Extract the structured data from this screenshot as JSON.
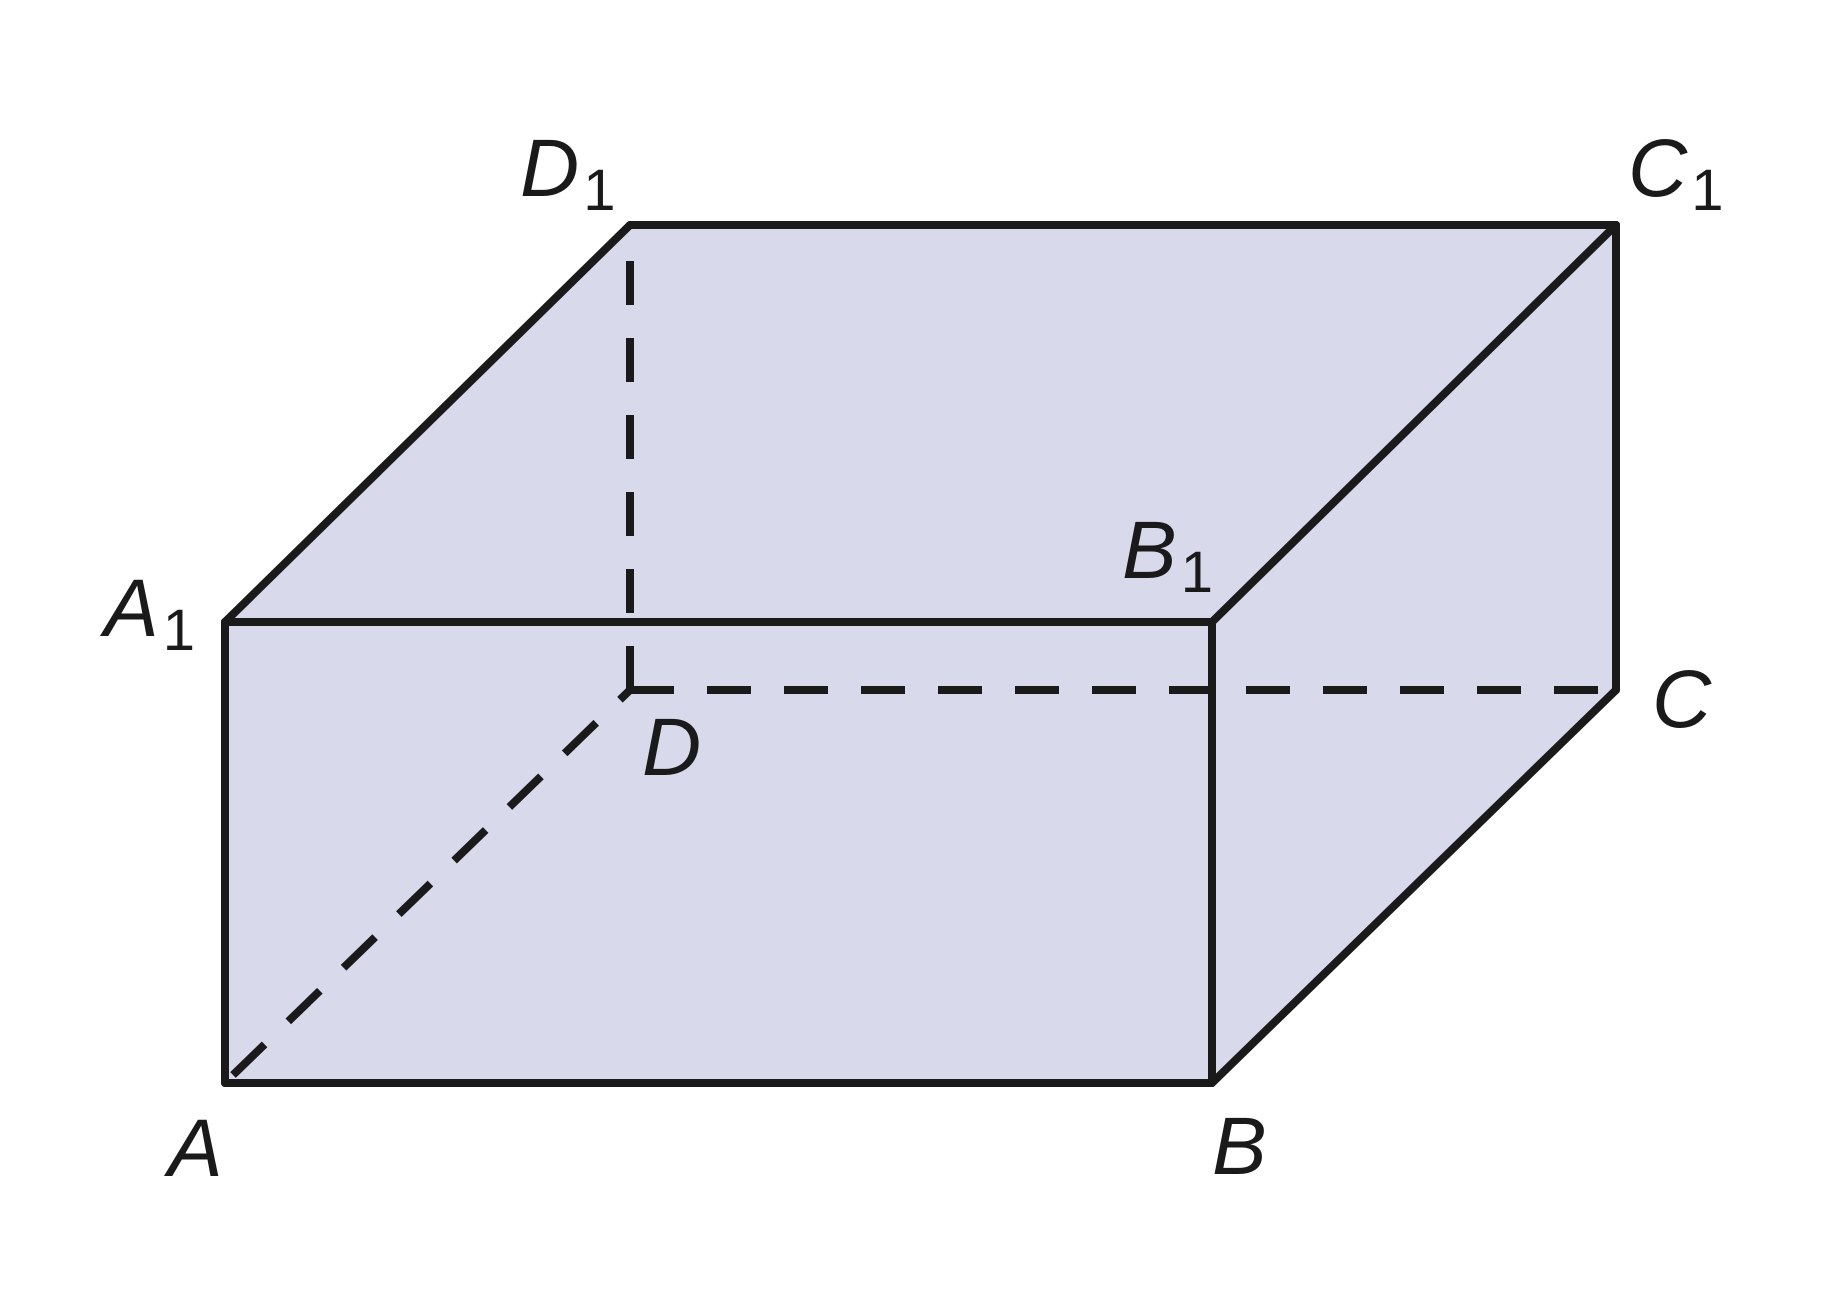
{
  "vertices": {
    "A": {
      "letter": "A",
      "sub": ""
    },
    "B": {
      "letter": "B",
      "sub": ""
    },
    "C": {
      "letter": "C",
      "sub": ""
    },
    "D": {
      "letter": "D",
      "sub": ""
    },
    "A1": {
      "letter": "A",
      "sub": "1"
    },
    "B1": {
      "letter": "B",
      "sub": "1"
    },
    "C1": {
      "letter": "C",
      "sub": "1"
    },
    "D1": {
      "letter": "D",
      "sub": "1"
    }
  },
  "visible_edges": [
    [
      "A",
      "B"
    ],
    [
      "B",
      "C"
    ],
    [
      "C",
      "C1"
    ],
    [
      "C1",
      "D1"
    ],
    [
      "D1",
      "A1"
    ],
    [
      "A1",
      "A"
    ],
    [
      "A1",
      "B1"
    ],
    [
      "B1",
      "B"
    ],
    [
      "B1",
      "C1"
    ]
  ],
  "hidden_edges": [
    [
      "A",
      "D"
    ],
    [
      "D",
      "C"
    ],
    [
      "D",
      "D1"
    ]
  ],
  "colors": {
    "face_fill": "#d9d9ec",
    "edge_stroke": "#1a1a1a"
  }
}
